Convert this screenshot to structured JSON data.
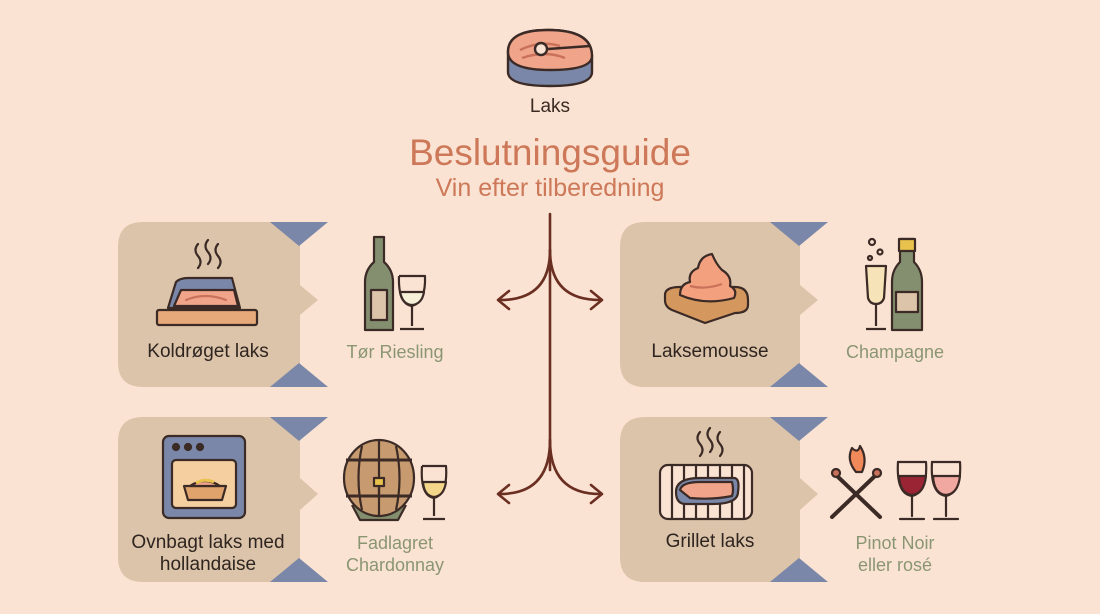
{
  "hero": {
    "label": "Laks",
    "icon": "salmon-steak-icon"
  },
  "header": {
    "title": "Beslutningsguide",
    "subtitle": "Vin efter tilberedning"
  },
  "colors": {
    "background": "#fbe3d3",
    "card": "#dcc4aa",
    "accent": "#cd7858",
    "arrow": "#6b2f22",
    "corner": "#7a87a8",
    "wine_text": "#8a9673"
  },
  "options": [
    {
      "dish": "Koldrøget laks",
      "dish_icon": "smoked-salmon-board-icon",
      "wine": "Tør Riesling",
      "wine_icon": "white-wine-bottle-glass-icon"
    },
    {
      "dish": "Laksemousse",
      "dish_icon": "mousse-on-bread-icon",
      "wine": "Champagne",
      "wine_icon": "champagne-flute-bottle-icon"
    },
    {
      "dish": "Ovnbagt laks med hollandaise",
      "dish_icon": "oven-icon",
      "wine": "Fadlagret Chardonnay",
      "wine_icon": "barrel-wine-glass-icon"
    },
    {
      "dish": "Grillet laks",
      "dish_icon": "grill-icon",
      "wine": "Pinot Noir eller rosé",
      "wine_icon": "matches-red-rose-glasses-icon"
    }
  ]
}
